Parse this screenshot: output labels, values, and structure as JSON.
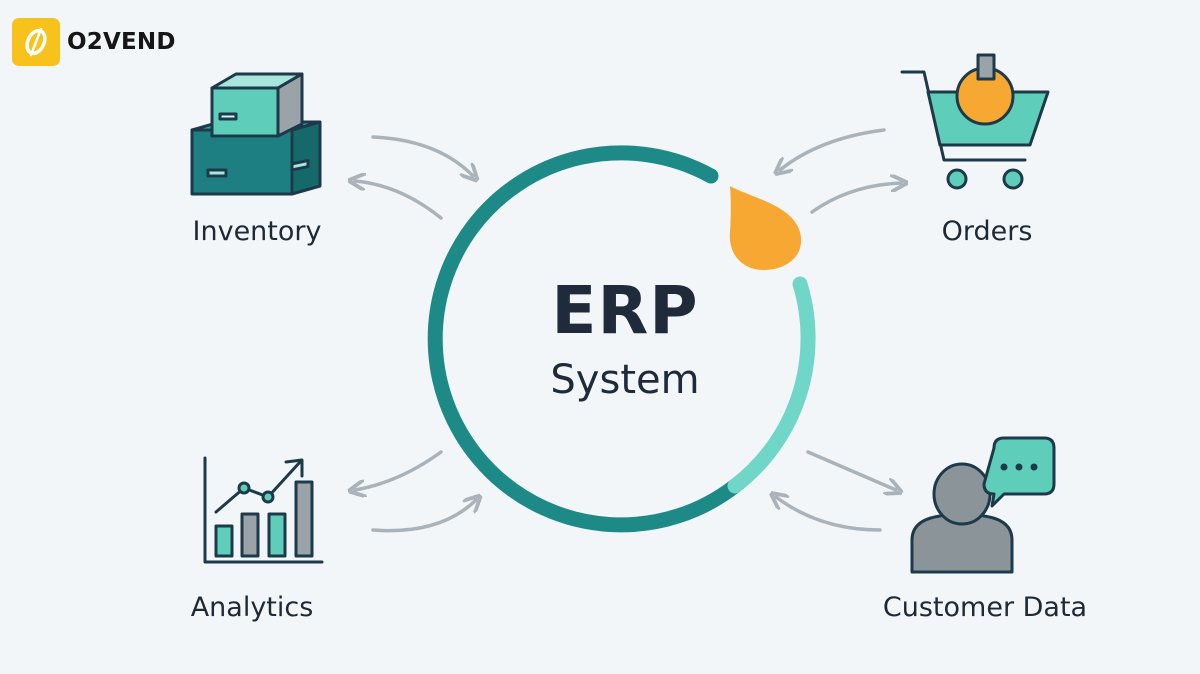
{
  "brand": {
    "name": "O2VEND",
    "logo_icon": "o2vend-logo-icon"
  },
  "center": {
    "title": "ERP",
    "subtitle": "System"
  },
  "nodes": {
    "inventory": {
      "label": "Inventory",
      "icon": "boxes-icon"
    },
    "orders": {
      "label": "Orders",
      "icon": "shopping-cart-icon"
    },
    "analytics": {
      "label": "Analytics",
      "icon": "bar-chart-icon"
    },
    "customer_data": {
      "label": "Customer Data",
      "icon": "customer-chat-icon"
    }
  },
  "colors": {
    "background": "#f3f6f9",
    "ring_dark": "#1e8a88",
    "ring_light": "#6fd6c8",
    "accent_orange": "#f7a833",
    "arrow_gray": "#a9b3b9",
    "icon_teal": "#5ecdba",
    "icon_dark": "#1e7f82",
    "text_dark": "#1f2b3a",
    "brand_yellow": "#f7c21b"
  }
}
